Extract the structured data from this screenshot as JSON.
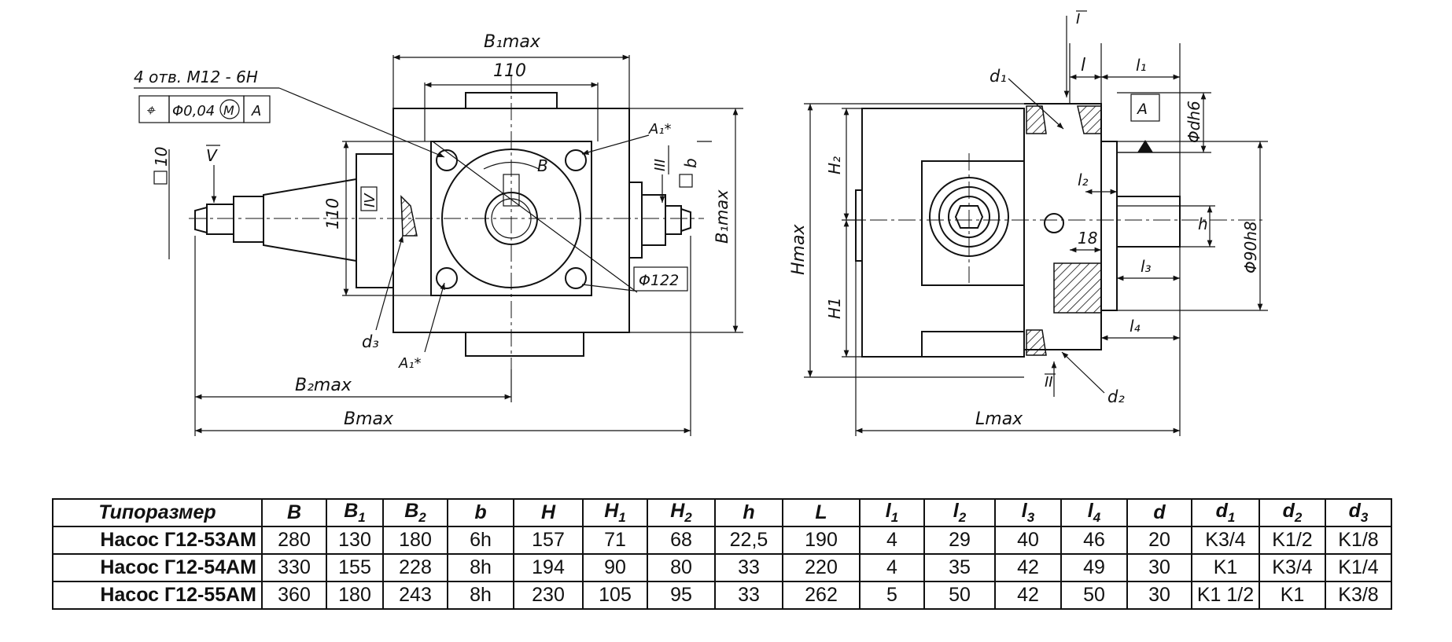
{
  "drawing": {
    "front_view": {
      "b1max": "B₁max",
      "b1max_side": "B₁max",
      "d110_top": "110",
      "d110_side": "110",
      "holes_note": "4 отв. М12 - 6Н",
      "tolerance": [
        "⌖",
        "Φ0,04",
        "M",
        "A"
      ],
      "sq10": "10",
      "view_v": "V",
      "view_iv": "IV",
      "view_iii": "III",
      "label_b": "B",
      "sq_b": "b",
      "a1_top": "A₁*",
      "a1_bottom": "A₁*",
      "d122": "Φ122",
      "d3": "d₃",
      "b2max": "B₂max",
      "bmax": "Bmax"
    },
    "side_view": {
      "view_i": "I",
      "l": "l",
      "l1": "l₁",
      "d1": "d₁",
      "datum_a": "A",
      "dh6": "Φdh6",
      "h2": "H₂",
      "hmax": "Hmax",
      "h1": "H1",
      "l2": "l₂",
      "d18": "18",
      "l3": "l₃",
      "h": "h",
      "d90h8": "Φ90h8",
      "l4": "l₄",
      "view_ii": "II",
      "d2": "d₂",
      "lmax": "Lmax"
    }
  },
  "table": {
    "headers": [
      {
        "base": "Типоразмер",
        "sub": ""
      },
      {
        "base": "B",
        "sub": ""
      },
      {
        "base": "B",
        "sub": "1"
      },
      {
        "base": "B",
        "sub": "2"
      },
      {
        "base": "b",
        "sub": ""
      },
      {
        "base": "H",
        "sub": ""
      },
      {
        "base": "H",
        "sub": "1"
      },
      {
        "base": "H",
        "sub": "2"
      },
      {
        "base": "h",
        "sub": ""
      },
      {
        "base": "L",
        "sub": ""
      },
      {
        "base": "l",
        "sub": "1"
      },
      {
        "base": "l",
        "sub": "2"
      },
      {
        "base": "l",
        "sub": "3"
      },
      {
        "base": "l",
        "sub": "4"
      },
      {
        "base": "d",
        "sub": ""
      },
      {
        "base": "d",
        "sub": "1"
      },
      {
        "base": "d",
        "sub": "2"
      },
      {
        "base": "d",
        "sub": "3"
      }
    ],
    "rows": [
      [
        "Насос Г12-53АМ",
        "280",
        "130",
        "180",
        "6h",
        "157",
        "71",
        "68",
        "22,5",
        "190",
        "4",
        "29",
        "40",
        "46",
        "20",
        "K3/4",
        "K1/2",
        "K1/8"
      ],
      [
        "Насос Г12-54АМ",
        "330",
        "155",
        "228",
        "8h",
        "194",
        "90",
        "80",
        "33",
        "220",
        "4",
        "35",
        "42",
        "49",
        "30",
        "K1",
        "K3/4",
        "K1/4"
      ],
      [
        "Насос Г12-55АМ",
        "360",
        "180",
        "243",
        "8h",
        "230",
        "105",
        "95",
        "33",
        "262",
        "5",
        "50",
        "42",
        "50",
        "30",
        "K1 1/2",
        "K1",
        "K3/8"
      ]
    ],
    "col_widths": [
      264,
      80,
      70,
      80,
      82,
      86,
      80,
      84,
      84,
      96,
      80,
      88,
      82,
      82,
      80,
      84,
      82,
      82
    ]
  }
}
